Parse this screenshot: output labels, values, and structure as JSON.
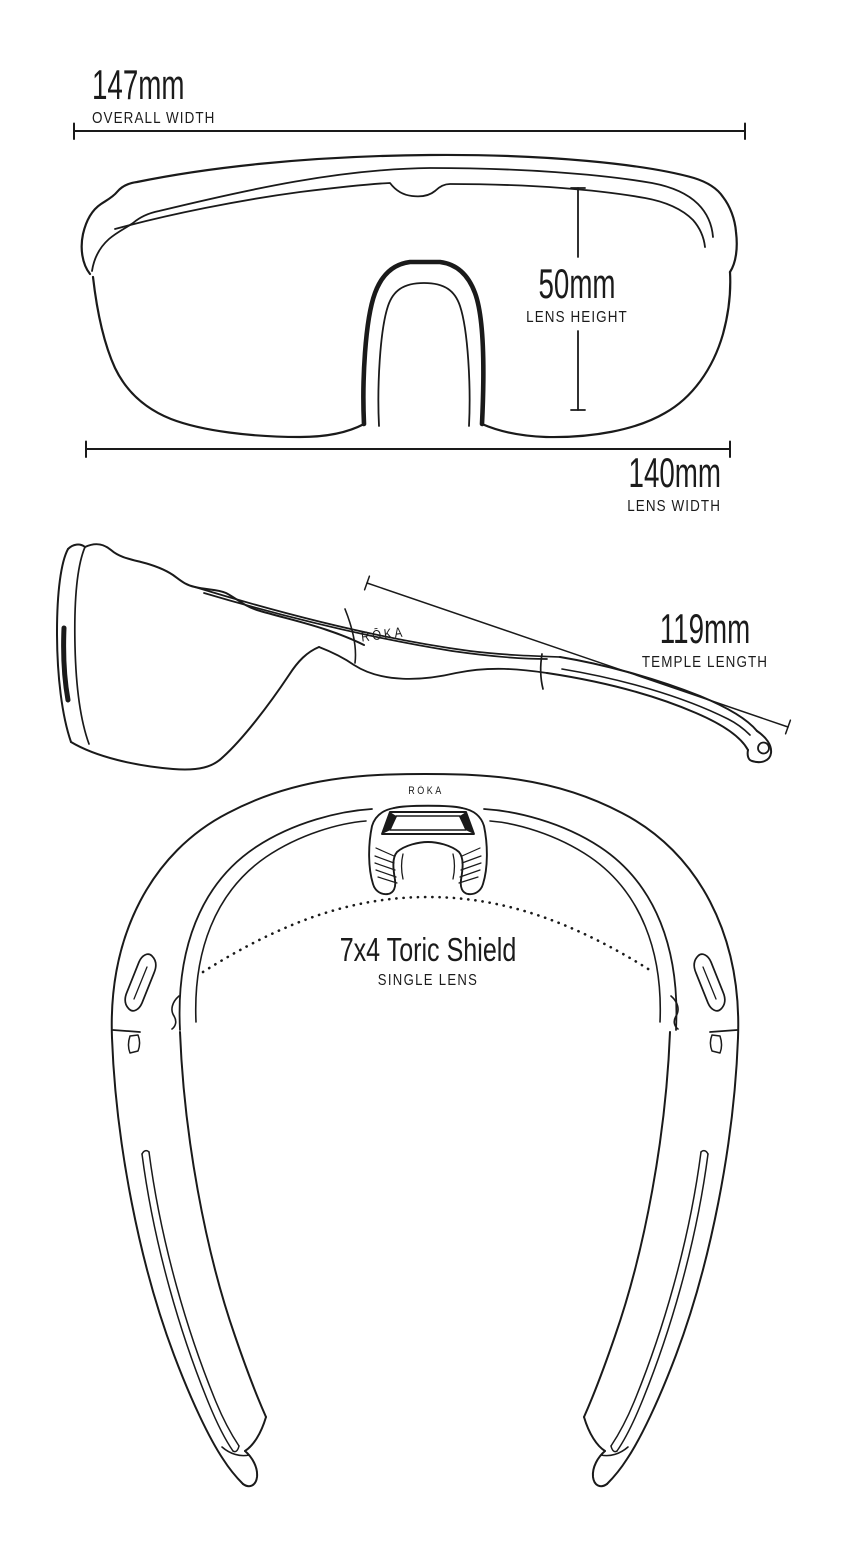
{
  "page": {
    "background": "#ffffff",
    "line_color": "#1a1a1a"
  },
  "dimensions": {
    "overall_width": {
      "value": "147mm",
      "label": "OVERALL WIDTH"
    },
    "lens_height": {
      "value": "50mm",
      "label": "LENS HEIGHT"
    },
    "lens_width": {
      "value": "140mm",
      "label": "LENS WIDTH"
    },
    "temple_length": {
      "value": "119mm",
      "label": "TEMPLE LENGTH"
    }
  },
  "lens_info": {
    "title": "7x4 Toric Shield",
    "subtitle": "SINGLE LENS"
  },
  "brand": {
    "logo_text": "RŌKA"
  }
}
